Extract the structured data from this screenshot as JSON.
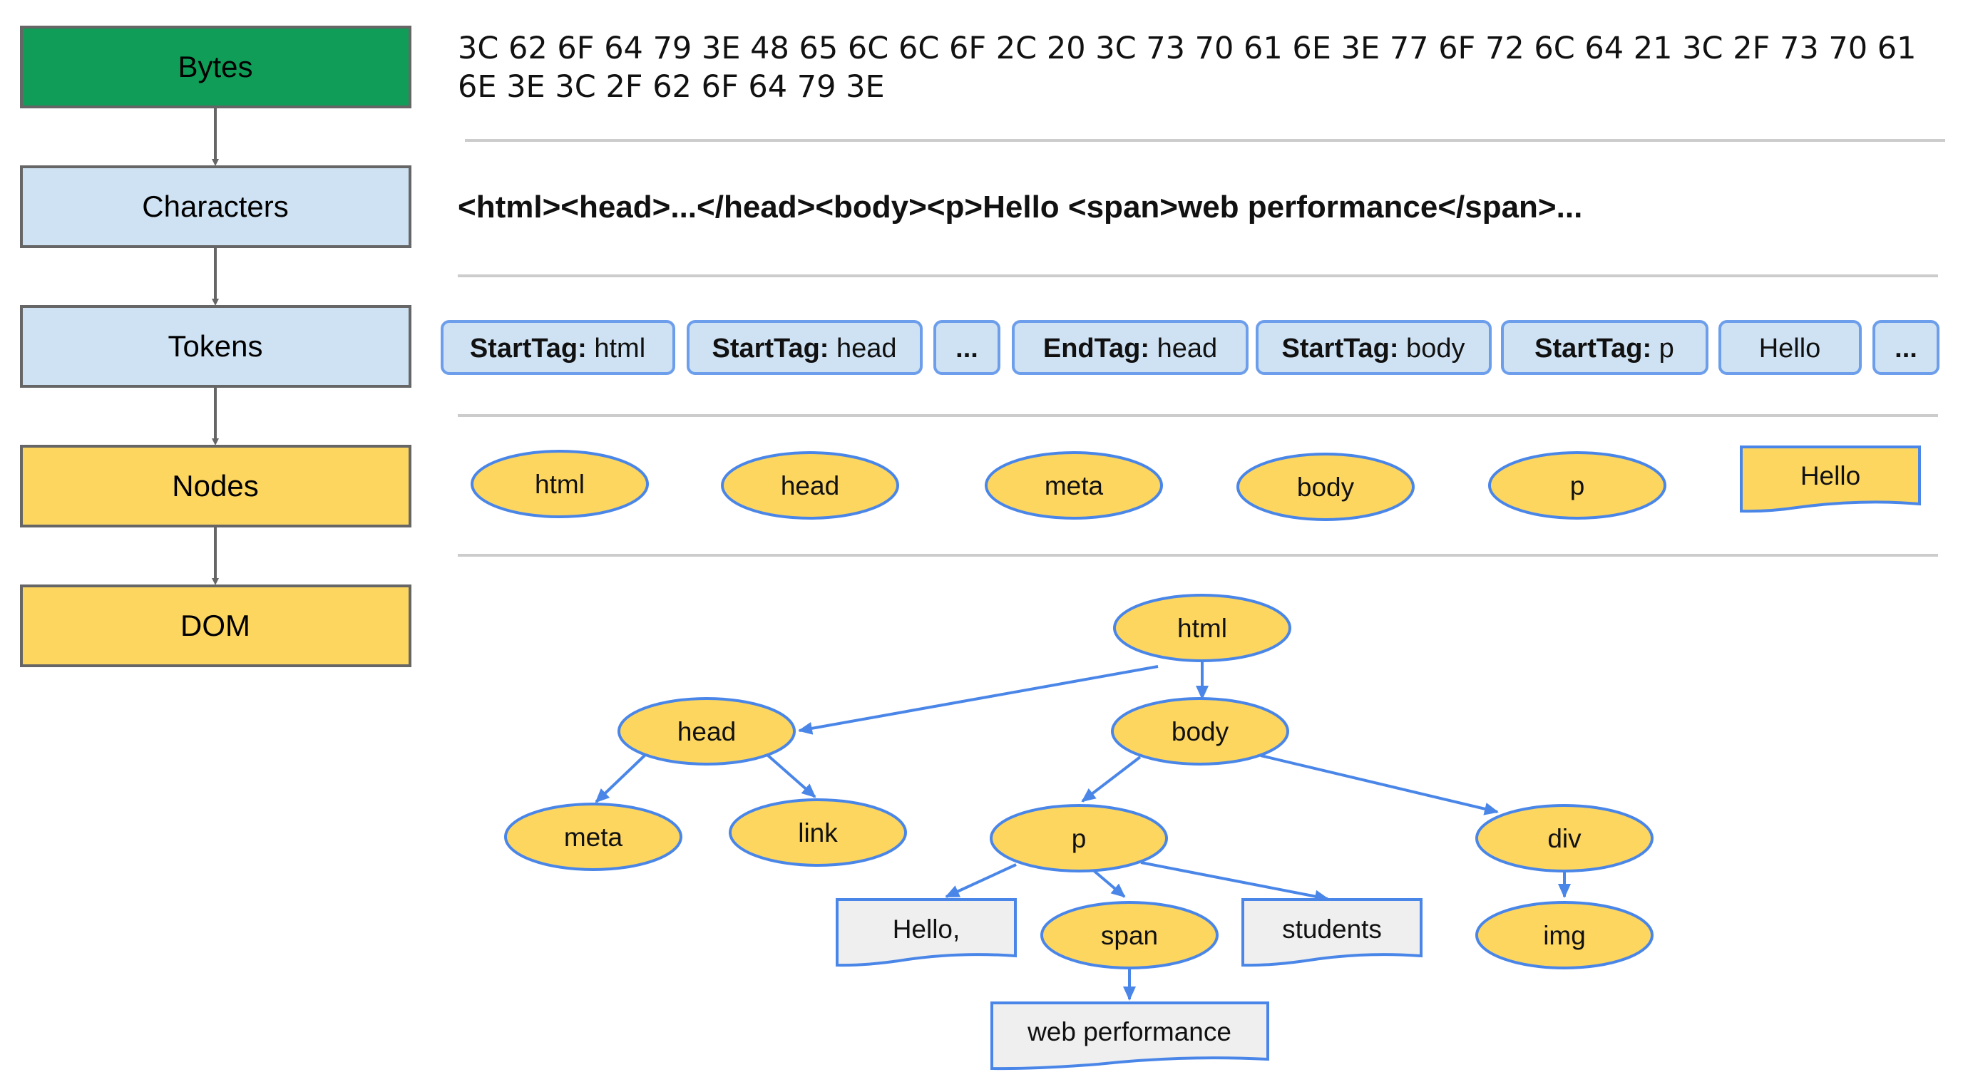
{
  "stages": {
    "bytes": "Bytes",
    "characters": "Characters",
    "tokens": "Tokens",
    "nodes": "Nodes",
    "dom": "DOM"
  },
  "bytes_line1": "3C 62 6F 64 79 3E 48 65 6C 6C 6F 2C 20 3C 73 70 61 6E 3E 77 6F 72 6C 64 21 3C 2F 73 70 61",
  "bytes_line2": "6E 3E 3C 2F 62 6F 64 79 3E",
  "characters_text": "<html><head>...</head><body><p>Hello <span>web performance</span>...",
  "tokens": [
    {
      "kind": "StartTag:",
      "value": " html"
    },
    {
      "kind": "StartTag:",
      "value": " head"
    },
    {
      "kind": "",
      "value": "..."
    },
    {
      "kind": "EndTag:",
      "value": " head"
    },
    {
      "kind": "StartTag:",
      "value": " body"
    },
    {
      "kind": "StartTag:",
      "value": " p"
    },
    {
      "kind": "",
      "value": "Hello"
    },
    {
      "kind": "",
      "value": "..."
    }
  ],
  "nodes_row": [
    "html",
    "head",
    "meta",
    "body",
    "p",
    "Hello"
  ],
  "dom_tree": {
    "html": "html",
    "head": "head",
    "body": "body",
    "meta": "meta",
    "link": "link",
    "p": "p",
    "div": "div",
    "hello_text": "Hello,",
    "span": "span",
    "students": "students",
    "img": "img",
    "web_performance": "web performance"
  },
  "colors": {
    "bytes_fill": "#0f9d58",
    "blue_fill": "#cfe2f3",
    "node_fill": "#fdd660",
    "node_stroke": "#4a86e8",
    "text_node_fill": "#efefef",
    "stage_stroke": "#666666",
    "token_stroke": "#6d9eeb",
    "divider": "#cccccc"
  }
}
